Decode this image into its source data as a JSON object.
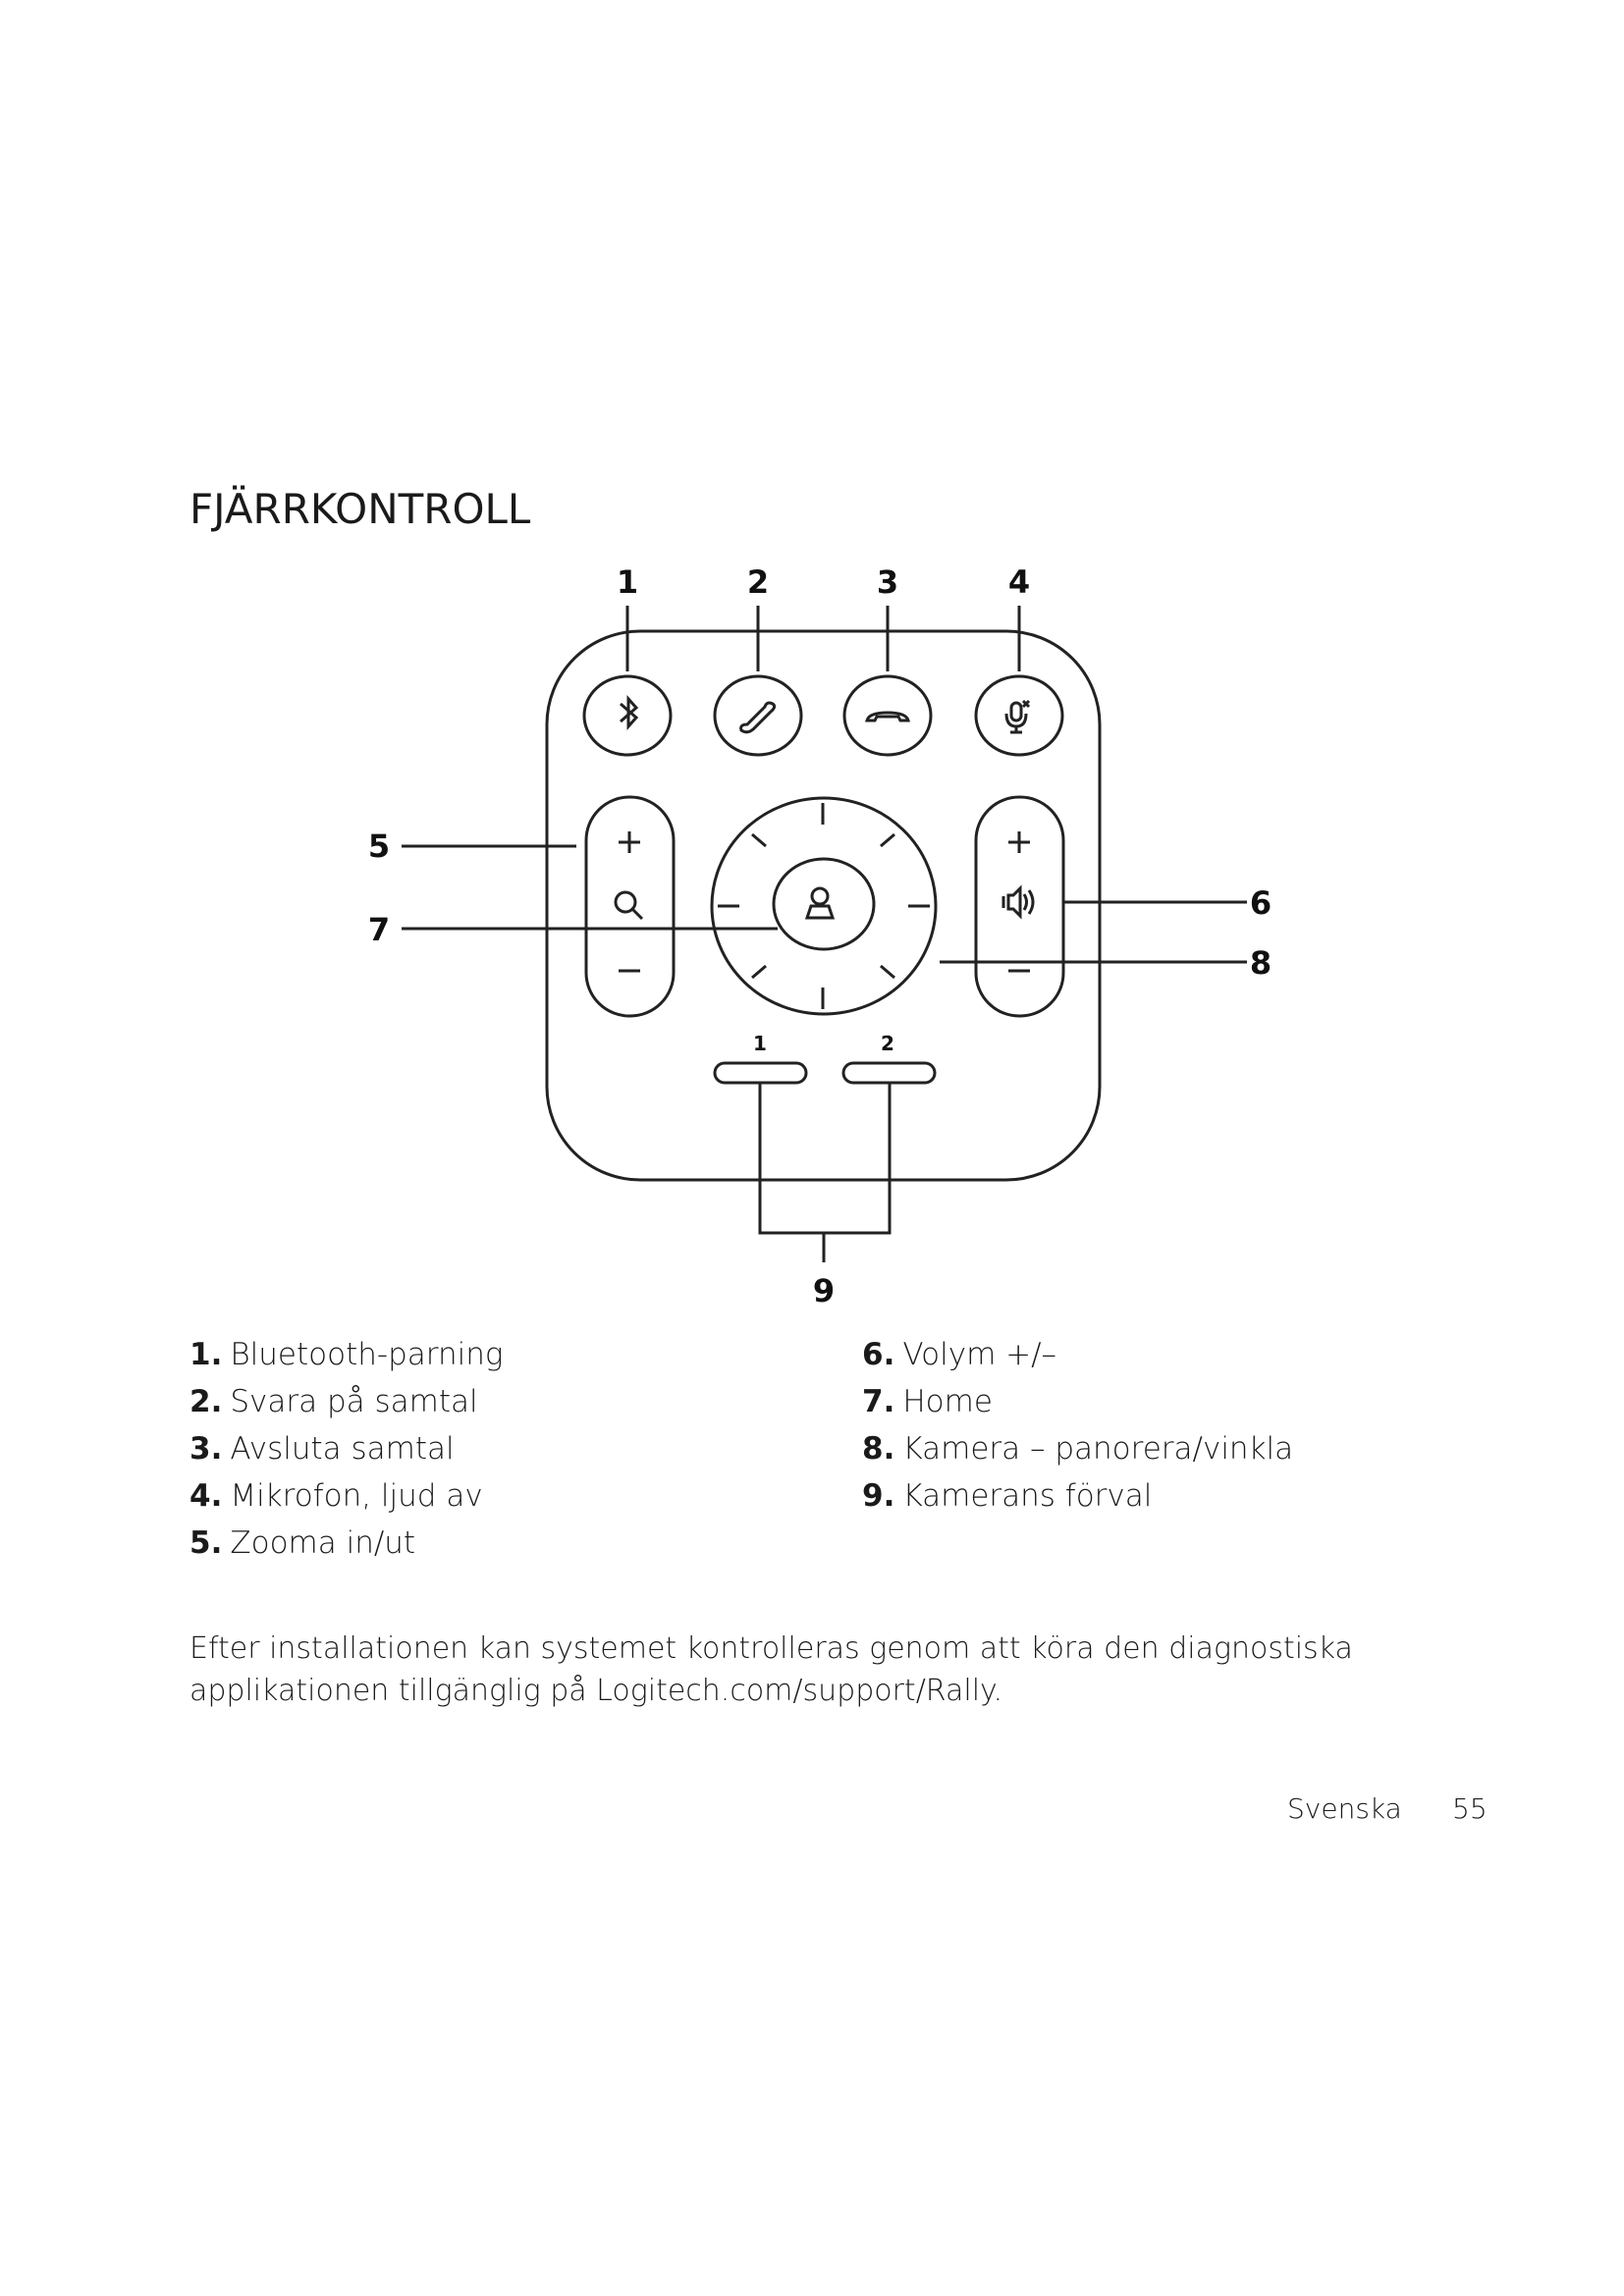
{
  "title": "FJÄRRKONTROLL",
  "diagram": {
    "callouts": [
      "1",
      "2",
      "3",
      "4",
      "5",
      "6",
      "7",
      "8",
      "9"
    ],
    "preset_labels": [
      "1",
      "2"
    ],
    "icons": [
      "bluetooth-icon",
      "phone-answer-icon",
      "phone-hangup-icon",
      "mic-mute-icon",
      "zoom-icon",
      "volume-icon",
      "home-camera-icon"
    ]
  },
  "legend": {
    "left": [
      {
        "num": "1.",
        "label": "Bluetooth-parning"
      },
      {
        "num": "2.",
        "label": "Svara på samtal"
      },
      {
        "num": "3.",
        "label": "Avsluta samtal"
      },
      {
        "num": "4.",
        "label": "Mikrofon, ljud av"
      },
      {
        "num": "5.",
        "label": "Zooma in/ut"
      }
    ],
    "right": [
      {
        "num": "6.",
        "label": "Volym +/–"
      },
      {
        "num": "7.",
        "label": "Home"
      },
      {
        "num": "8.",
        "label": "Kamera – panorera/vinkla"
      },
      {
        "num": "9.",
        "label": "Kamerans förval"
      }
    ]
  },
  "paragraph": "Efter installationen kan systemet kontrolleras genom att köra den diagnostiska applikationen tillgänglig på Logitech.com/support/Rally.",
  "footer": {
    "language": "Svenska",
    "page": "55"
  }
}
